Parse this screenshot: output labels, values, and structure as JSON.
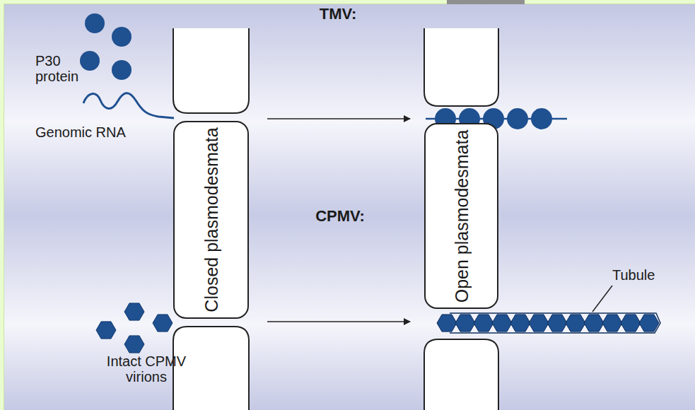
{
  "diagram": {
    "nodes": [
      {
        "text": [
          "Closed plasmodesmata"
        ]
      },
      {
        "text": [
          "Open plasmodesmata"
        ]
      }
    ],
    "edges": [
      {
        "from": 0,
        "to": 1,
        "arrow": "to"
      },
      {
        "from": 0,
        "to": 1,
        "arrow": "to"
      }
    ],
    "labels": [
      "TMV:",
      "P30 protein",
      "Genomic RNA",
      "CPMV:",
      "Tubule",
      "Intact CPMV virions"
    ]
  }
}
